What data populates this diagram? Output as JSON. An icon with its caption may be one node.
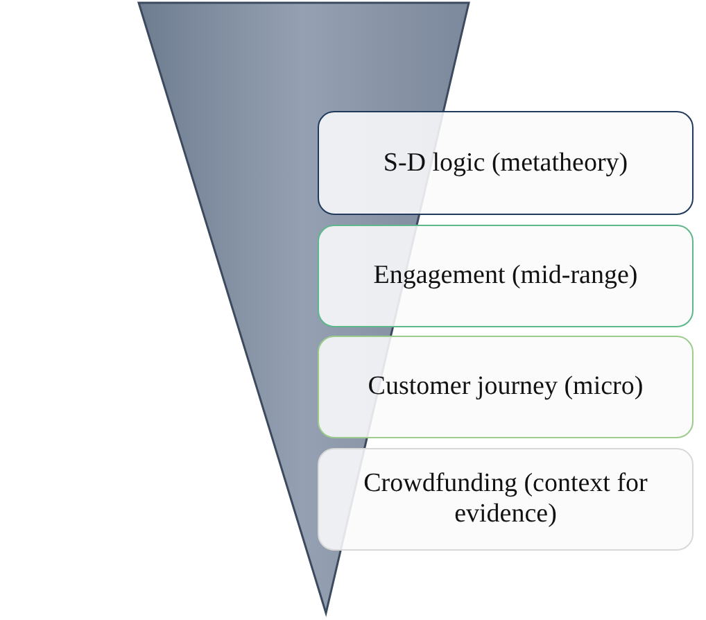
{
  "diagram": {
    "nodes": [
      {
        "text": [],
        "shape": "triangle"
      },
      {
        "text": [
          "S-D logic (metatheory)"
        ]
      },
      {
        "text": [
          "Engagement (mid-range)"
        ]
      },
      {
        "text": [
          "Customer journey (micro)"
        ]
      },
      {
        "text": [
          "Crowdfunding (context for evidence)"
        ]
      }
    ]
  }
}
